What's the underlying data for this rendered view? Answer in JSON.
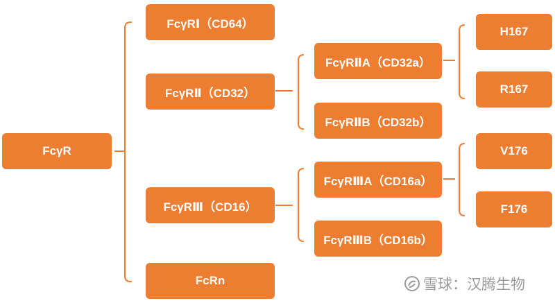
{
  "nodes": {
    "root": "FcγR",
    "fcgr1": "FcγRⅠ（CD64）",
    "fcgr2": "FcγRⅡ（CD32）",
    "fcgr3": "FcγRⅢ（CD16）",
    "fcrn": "FcRn",
    "fcgr2a": "FcγRⅡA（CD32a）",
    "fcgr2b": "FcγRⅡB（CD32b）",
    "fcgr3a": "FcγRⅢA（CD16a）",
    "fcgr3b": "FcγRⅢB（CD16b）",
    "h167": "H167",
    "r167": "R167",
    "v176": "V176",
    "f176": "F176"
  },
  "watermark": {
    "text": "雪球：汉腾生物"
  },
  "colors": {
    "node": "#ED7D31",
    "line": "#ED7D31",
    "text": "#FFFFFF"
  }
}
